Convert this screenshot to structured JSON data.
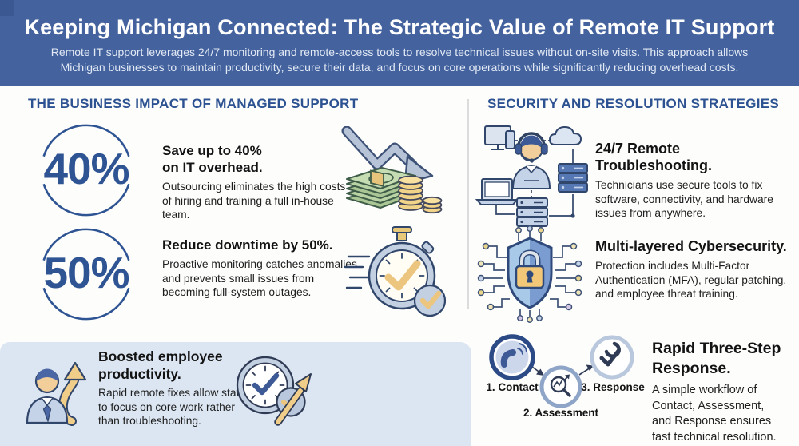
{
  "header": {
    "title": "Keeping Michigan Connected: The Strategic Value of Remote IT Support",
    "subtitle_lines": [
      "Remote IT support leverages 24/7 monitoring and remote-access tools to resolve technical issues without on-site visits. This approach allows",
      "Michigan businesses to maintain productivity, secure their data, and focus on core operations while significantly reducing overhead costs."
    ]
  },
  "left_section": {
    "heading": "THE BUSINESS IMPACT OF MANAGED SUPPORT",
    "stat1": {
      "value": "40%",
      "title_lines": [
        "Save up to 40%",
        "on IT overhead."
      ],
      "body_lines": [
        "Outsourcing eliminates the high costs",
        "of hiring and training a full in-house",
        "team."
      ],
      "icon": "cost-reduction-money-icon"
    },
    "stat2": {
      "value": "50%",
      "title_lines": [
        "Reduce downtime by 50%."
      ],
      "body_lines": [
        "Proactive monitoring catches anomalies",
        "and prevents small issues from",
        "becoming full-system outages."
      ],
      "icon": "stopwatch-check-icon"
    }
  },
  "right_section": {
    "heading": "SECURITY AND RESOLUTION STRATEGIES",
    "item1": {
      "title": "24/7 Remote Troubleshooting.",
      "body_lines": [
        "Technicians use secure tools to fix",
        "software, connectivity, and hardware",
        "issues from anywhere."
      ],
      "icon": "remote-technician-network-icon"
    },
    "item2": {
      "title": "Multi-layered Cybersecurity.",
      "body_lines": [
        "Protection includes Multi-Factor",
        "Authentication (MFA), regular patching,",
        "and employee threat training."
      ],
      "icon": "shield-lock-circuit-icon"
    }
  },
  "productivity_section": {
    "title_lines": [
      "Boosted employee",
      "productivity."
    ],
    "body_lines": [
      "Rapid remote fixes allow staff",
      "to focus on core work rather",
      "than troubleshooting."
    ],
    "icons": [
      "employee-growth-icon",
      "clock-growth-icon"
    ]
  },
  "workflow_section": {
    "title_lines": [
      "Rapid Three-Step",
      "Response."
    ],
    "body_lines": [
      "A simple workflow of",
      "Contact, Assessment,",
      "and Response ensures",
      "fast technical resolution."
    ],
    "steps": [
      {
        "label": "1. Contact",
        "icon": "phone-icon"
      },
      {
        "label": "2. Assessment",
        "icon": "magnifier-chart-icon"
      },
      {
        "label": "3. Response",
        "icon": "wrench-check-icon"
      }
    ]
  },
  "colors": {
    "header_bg": "#43629e",
    "heading_blue": "#2c5291",
    "stat_blue": "#2e5493",
    "panel_bg": "#dce6f2",
    "accent_gold": "#ecc57f",
    "accent_navy": "#31466b",
    "light_blue_fill": "#c3d0e2"
  }
}
